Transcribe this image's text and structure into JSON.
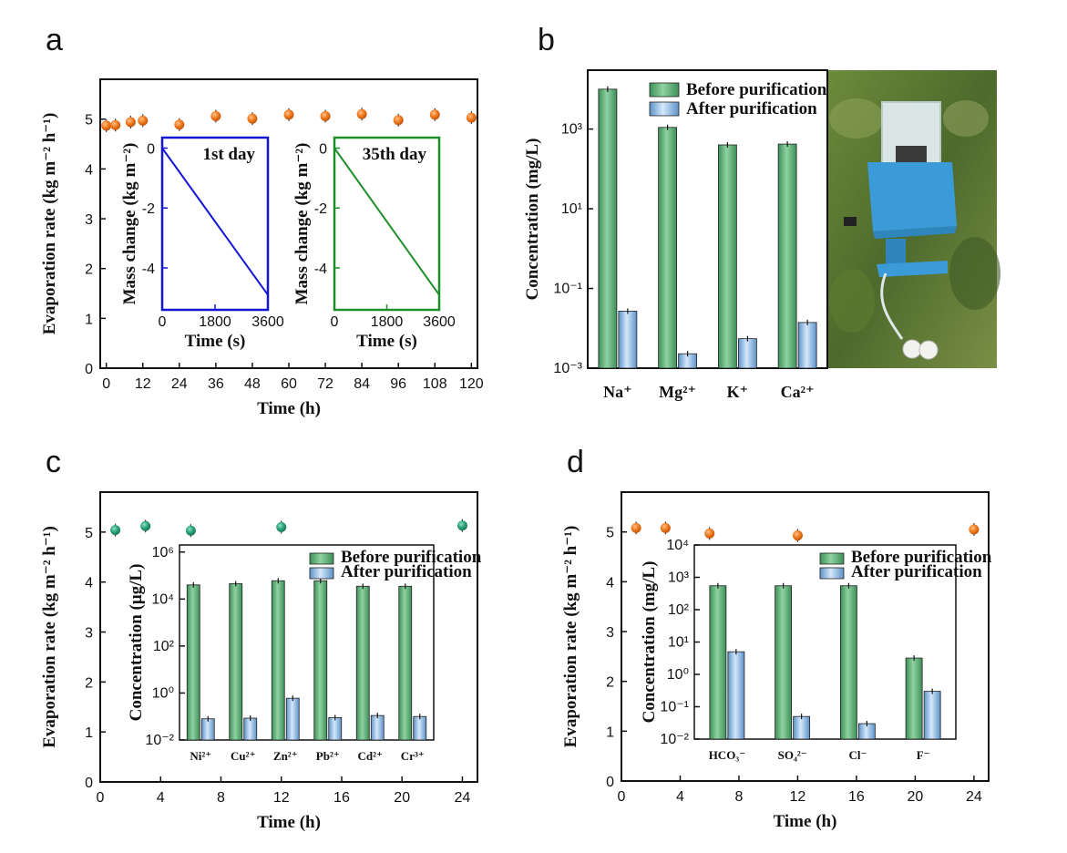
{
  "panels": {
    "a": "a",
    "b": "b",
    "c": "c",
    "d": "d"
  },
  "colors": {
    "orange": "#f07a1e",
    "teal": "#2aa37c",
    "blue_inset": "#1515d6",
    "green_inset": "#1f8f2c",
    "bar_before": "#5fb378",
    "bar_after": "#8fbde6"
  },
  "chart_data": [
    {
      "id": "a-main",
      "type": "scatter",
      "xlabel": "Time (h)",
      "ylabel": "Evaporation rate (kg m⁻² h⁻¹)",
      "xlim": [
        -2,
        122
      ],
      "ylim": [
        0,
        5.8
      ],
      "xticks": [
        0,
        12,
        24,
        36,
        48,
        60,
        72,
        84,
        96,
        108,
        120
      ],
      "yticks": [
        0,
        1,
        2,
        3,
        4,
        5
      ],
      "x": [
        0,
        3,
        8,
        12,
        24,
        36,
        48,
        60,
        72,
        84,
        96,
        108,
        120
      ],
      "y": [
        4.87,
        4.88,
        4.94,
        4.97,
        4.89,
        5.06,
        5.01,
        5.09,
        5.06,
        5.1,
        4.98,
        5.09,
        5.03
      ],
      "grid": false
    },
    {
      "id": "a-inset-1",
      "type": "line",
      "annotation": "1st day",
      "xlabel": "Time (s)",
      "ylabel": "Mass change (kg m⁻²)",
      "xlim": [
        0,
        3600
      ],
      "ylim": [
        -5.4,
        0.35
      ],
      "xticks": [
        0,
        1800,
        3600
      ],
      "yticks": [
        0,
        -2,
        -4
      ],
      "x": [
        0,
        3600
      ],
      "y": [
        0,
        -4.9
      ]
    },
    {
      "id": "a-inset-35",
      "type": "line",
      "annotation": "35th day",
      "xlabel": "Time (s)",
      "ylabel": "Mass change (kg m⁻²)",
      "xlim": [
        0,
        3600
      ],
      "ylim": [
        -5.4,
        0.35
      ],
      "xticks": [
        0,
        1800,
        3600
      ],
      "yticks": [
        0,
        -2,
        -4
      ],
      "x": [
        0,
        3600
      ],
      "y": [
        0,
        -4.9
      ]
    },
    {
      "id": "b-main",
      "type": "bar",
      "scale": "log",
      "ylabel": "Concentration (mg/L)",
      "ylim": [
        0.001,
        30000
      ],
      "yticks": [
        "10⁻³",
        "10⁻¹",
        "10¹",
        "10³"
      ],
      "categories": [
        "Na⁺",
        "Mg²⁺",
        "K⁺",
        "Ca²⁺"
      ],
      "series": [
        {
          "name": "Before purification",
          "values": [
            10000,
            1100,
            400,
            420
          ]
        },
        {
          "name": "After purification",
          "values": [
            0.027,
            0.0023,
            0.0055,
            0.014
          ]
        }
      ],
      "legend": "top-right"
    },
    {
      "id": "c-main",
      "type": "scatter",
      "xlabel": "Time (h)",
      "ylabel": "Evaporation rate (kg m⁻² h⁻¹)",
      "xlim": [
        0,
        25
      ],
      "ylim": [
        0,
        5.8
      ],
      "xticks": [
        0,
        4,
        8,
        12,
        16,
        20,
        24
      ],
      "yticks": [
        0,
        1,
        2,
        3,
        4,
        5
      ],
      "x": [
        1,
        3,
        6,
        12,
        24
      ],
      "y": [
        5.04,
        5.12,
        5.03,
        5.1,
        5.13
      ]
    },
    {
      "id": "c-inset",
      "type": "bar",
      "scale": "log",
      "ylabel": "Concentration (μg/L)",
      "ylim": [
        0.01,
        2000000
      ],
      "yticks": [
        "10⁻²",
        "10⁰",
        "10²",
        "10⁴",
        "10⁶"
      ],
      "categories": [
        "Ni²⁺",
        "Cu²⁺",
        "Zn²⁺",
        "Pb²⁺",
        "Cd²⁺",
        "Cr³⁺"
      ],
      "series": [
        {
          "name": "Before purification",
          "values": [
            40000,
            45000,
            60000,
            60000,
            35000,
            35000
          ]
        },
        {
          "name": "After purification",
          "values": [
            0.08,
            0.085,
            0.6,
            0.09,
            0.11,
            0.1
          ]
        }
      ],
      "legend": "top-right"
    },
    {
      "id": "d-main",
      "type": "scatter",
      "xlabel": "Time (h)",
      "ylabel": "Evaporation rate (kg m⁻² h⁻¹)",
      "xlim": [
        0,
        25
      ],
      "ylim": [
        0,
        5.8
      ],
      "xticks": [
        0,
        4,
        8,
        12,
        16,
        20,
        24
      ],
      "yticks": [
        0,
        1,
        2,
        3,
        4,
        5
      ],
      "x": [
        1,
        3,
        6,
        12,
        24
      ],
      "y": [
        5.08,
        5.08,
        4.97,
        4.93,
        5.05
      ]
    },
    {
      "id": "d-inset",
      "type": "bar",
      "scale": "log",
      "ylabel": "Concentration (mg/L)",
      "ylim": [
        0.01,
        10000
      ],
      "yticks": [
        "10⁻²",
        "10⁻¹",
        "10⁰",
        "10¹",
        "10²",
        "10³",
        "10⁴"
      ],
      "categories": [
        "HCO₃⁻",
        "SO₄²⁻",
        "Cl⁻",
        "F⁻"
      ],
      "series": [
        {
          "name": "Before purification",
          "values": [
            550,
            550,
            550,
            3.2
          ]
        },
        {
          "name": "After purification",
          "values": [
            5.0,
            0.05,
            0.03,
            0.3
          ]
        }
      ],
      "legend": "top-right"
    }
  ]
}
